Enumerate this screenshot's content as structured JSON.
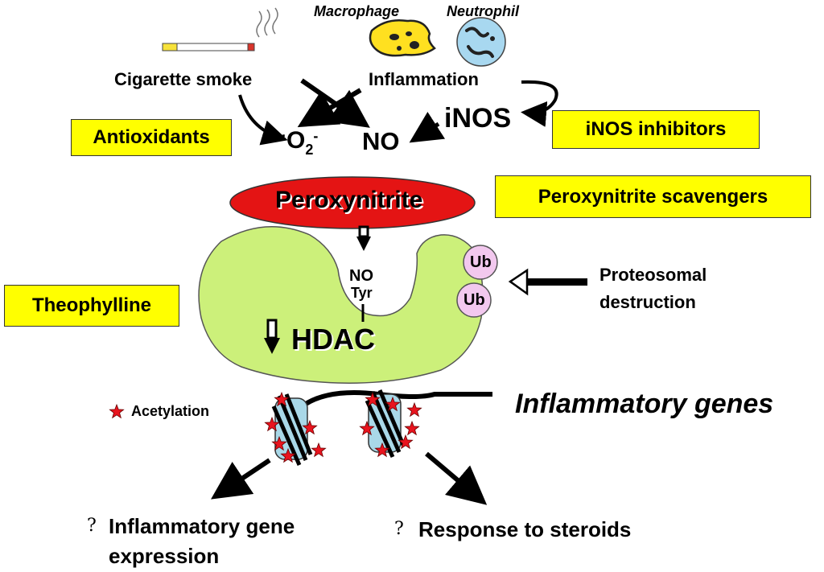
{
  "sources": {
    "macrophage": "Macrophage",
    "neutrophil": "Neutrophil",
    "cigarette_smoke": "Cigarette smoke",
    "inflammation": "Inflammation"
  },
  "radicals": {
    "superoxide_dot": "·",
    "superoxide_base": "O",
    "superoxide_sub": "2",
    "superoxide_sup": "-",
    "no": "NO",
    "inos": "iNOS"
  },
  "interventions": {
    "antioxidants": "Antioxidants",
    "inos_inhibitors": "iNOS inhibitors",
    "peroxynitrite_scavengers": "Peroxynitrite scavengers",
    "theophylline": "Theophylline"
  },
  "peroxynitrite": "Peroxynitrite",
  "hdac": {
    "label": "HDAC",
    "nitration_no": "NO",
    "nitration_tyr": "Tyr",
    "ub1": "Ub",
    "ub2": "Ub"
  },
  "proteosomal": {
    "line1": "Proteosomal",
    "line2": "destruction"
  },
  "chromatin": {
    "acetylation_legend": "Acetylation",
    "inflammatory_genes": "Inflammatory genes"
  },
  "outcomes": {
    "marker1": "?",
    "gene_expression_line1": "Inflammatory gene",
    "gene_expression_line2": "expression",
    "marker2": "?",
    "steroid_response": "Response to steroids"
  },
  "colors": {
    "highlight_box": "#ffff00",
    "peroxynitrite_fill": "#e41414",
    "hdac_fill": "#ccf07a",
    "ubiquitin_fill": "#f2c8ee",
    "acetylation_star": "#e8141e",
    "nucleosome_fill": "#a9d8e8",
    "neutrophil_fill": "#a8d8f0",
    "macrophage_fill": "#ffe020"
  }
}
